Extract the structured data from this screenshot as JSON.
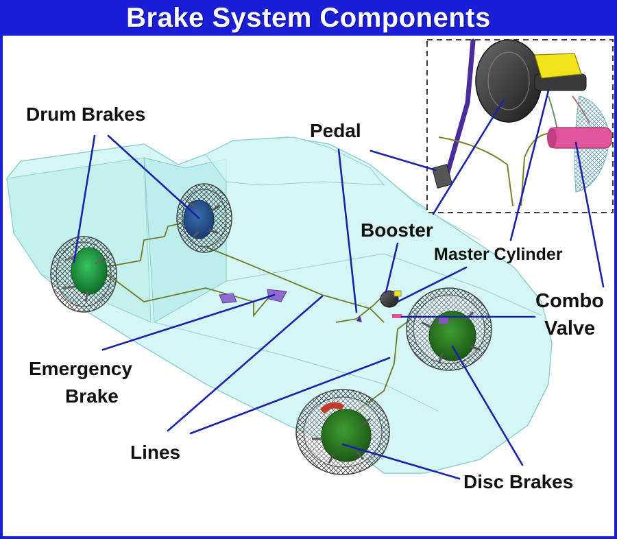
{
  "title": "Brake System Components",
  "labels": {
    "drum_brakes": "Drum Brakes",
    "pedal": "Pedal",
    "booster": "Booster",
    "master_cylinder": "Master Cylinder",
    "combo_valve_line1": "Combo",
    "combo_valve_line2": "Valve",
    "emergency_brake_line1": "Emergency",
    "emergency_brake_line2": "Brake",
    "lines": "Lines",
    "disc_brakes": "Disc Brakes"
  },
  "colors": {
    "title_bar": "#1a1fd6",
    "leader_lines": "#1a23a8",
    "car_body": "#bff0ee",
    "drum_brake": "#1b8f3a",
    "disc_brake": "#2f7f26",
    "booster": "#2a2a2a",
    "master_cylinder_reservoir": "#f2e21a",
    "combo_valve": "#e0559b",
    "pedal": "#4a2b9c"
  }
}
